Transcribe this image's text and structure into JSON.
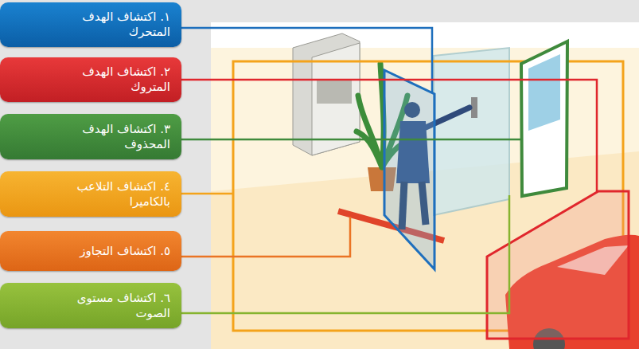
{
  "diagram": {
    "nodes": [
      {
        "text": [
          "١. اكتشاف الهدف المتحرك"
        ]
      },
      {
        "text": [
          "٢. اكتشاف الهدف المتروك"
        ]
      },
      {
        "text": [
          "٣. اكتشاف الهدف المحذوف"
        ]
      },
      {
        "text": [
          "٤. اكتشاف التلاعب بالكاميرا"
        ]
      },
      {
        "text": [
          "٥. اكتشاف التجاوز"
        ]
      },
      {
        "text": [
          "٦. اكتشاف مستوى الصوت"
        ]
      }
    ]
  }
}
